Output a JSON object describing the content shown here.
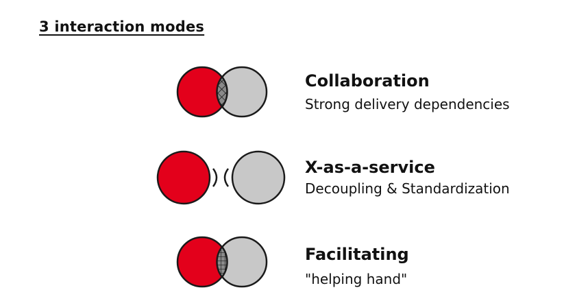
{
  "title": "3 interaction modes",
  "colors": {
    "team_a": "#e3001b",
    "team_b": "#c8c8c8",
    "outline": "#1a1a1a",
    "overlap": "#8a8a8a"
  },
  "modes": [
    {
      "name": "Collaboration",
      "description": "Strong delivery dependencies",
      "icon": "overlapping-circles-diamond-pattern-icon"
    },
    {
      "name": "X-as-a-service",
      "description": "Decoupling & Standardization",
      "icon": "separated-circles-bracket-icon"
    },
    {
      "name": "Facilitating",
      "description": "\"helping hand\"",
      "icon": "overlapping-circles-grid-pattern-icon"
    }
  ]
}
